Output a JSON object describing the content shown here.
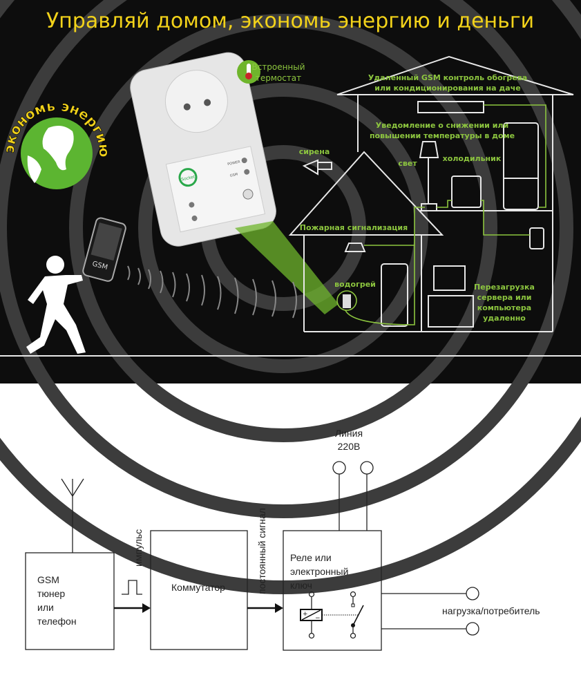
{
  "banner": {
    "title": "Управляй домом, экономь энергию и деньги",
    "globe_slogan": "экономь энергию",
    "thermostat_line1": "Встроенный",
    "thermostat_line2": "термостат",
    "phone_label": "GSM",
    "device_brand": "Socket",
    "device_power": "POWER",
    "device_gsm": "GSM",
    "roof_line1": "Удаленный GSM контроль обогрева",
    "roof_line2": "или кондиционирования на даче",
    "notify_line1": "Уведомление о снижении или",
    "notify_line2": "повышении температуры в доме",
    "siren": "сирена",
    "light": "свет",
    "fridge": "холодильник",
    "fire_alarm": "Пожарная сигнализация",
    "water_heater": "водогрей",
    "reboot_line1": "Перезагрузка",
    "reboot_line2": "сервера или",
    "reboot_line3": "компьютера",
    "reboot_line4": "удаленно",
    "colors": {
      "title": "#f2d21a",
      "accent": "#8dc63f",
      "background": "#0d0d0d"
    }
  },
  "diagram": {
    "gsm_box": [
      "GSM",
      "тюнер",
      "или",
      "телефон"
    ],
    "pulse_label": "импульс",
    "switch_box": "Коммутатор",
    "constant_label": "постоянный сигнал",
    "relay_box": [
      "Реле или",
      "электронный",
      "ключ"
    ],
    "line_label1": "Линия",
    "line_label2": "220В",
    "coil_plus": "+",
    "coil_minus": "−",
    "load_label": "нагрузка/потребитель"
  }
}
